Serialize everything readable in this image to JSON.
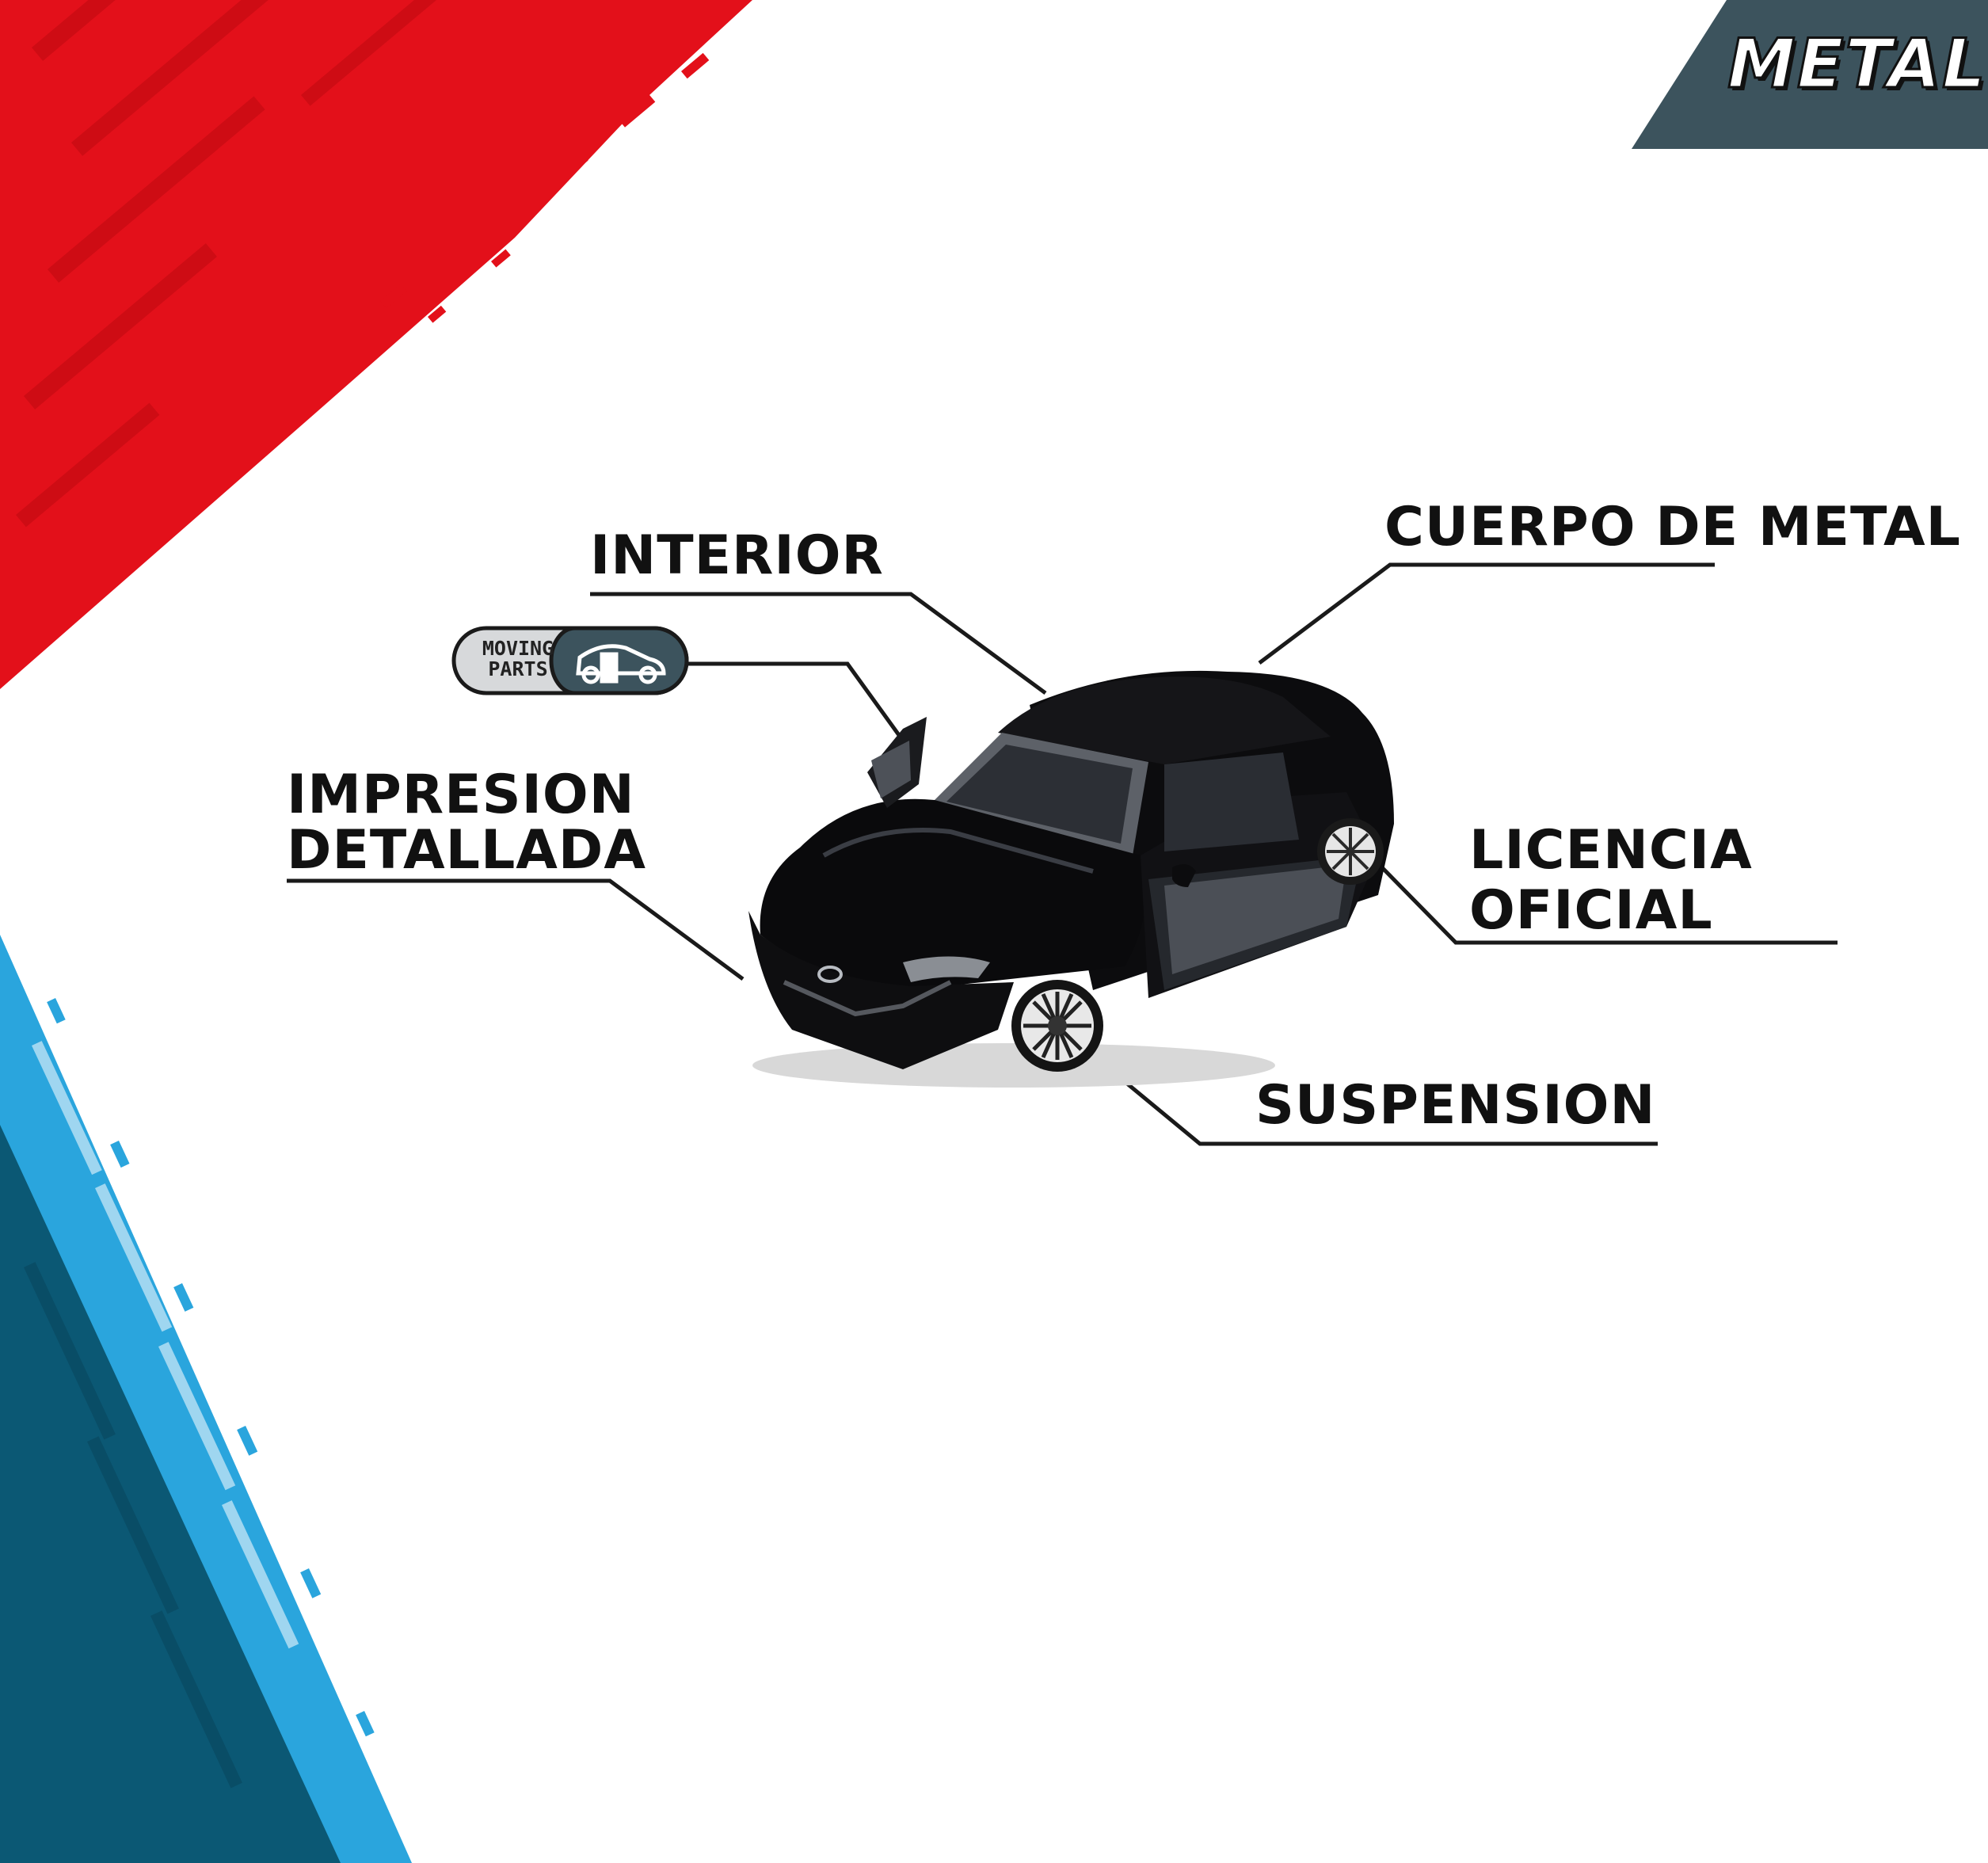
{
  "badge": {
    "label": "METAL"
  },
  "moving_parts": {
    "line1": "MOVING",
    "line2": "PARTS"
  },
  "callouts": {
    "interior": "INTERIOR",
    "body": "CUERPO DE METAL",
    "print_line1": "IMPRESION",
    "print_line2": "DETALLADA",
    "license_line1": "LICENCIA",
    "license_line2": "OFICIAL",
    "suspension": "SUSPENSION"
  },
  "colors": {
    "red": "#e3101a",
    "blue": "#2aa5dd",
    "teal": "#0b5874",
    "badge": "#3c535d",
    "car": "#0c0c0e",
    "line": "#1a1a1a"
  }
}
